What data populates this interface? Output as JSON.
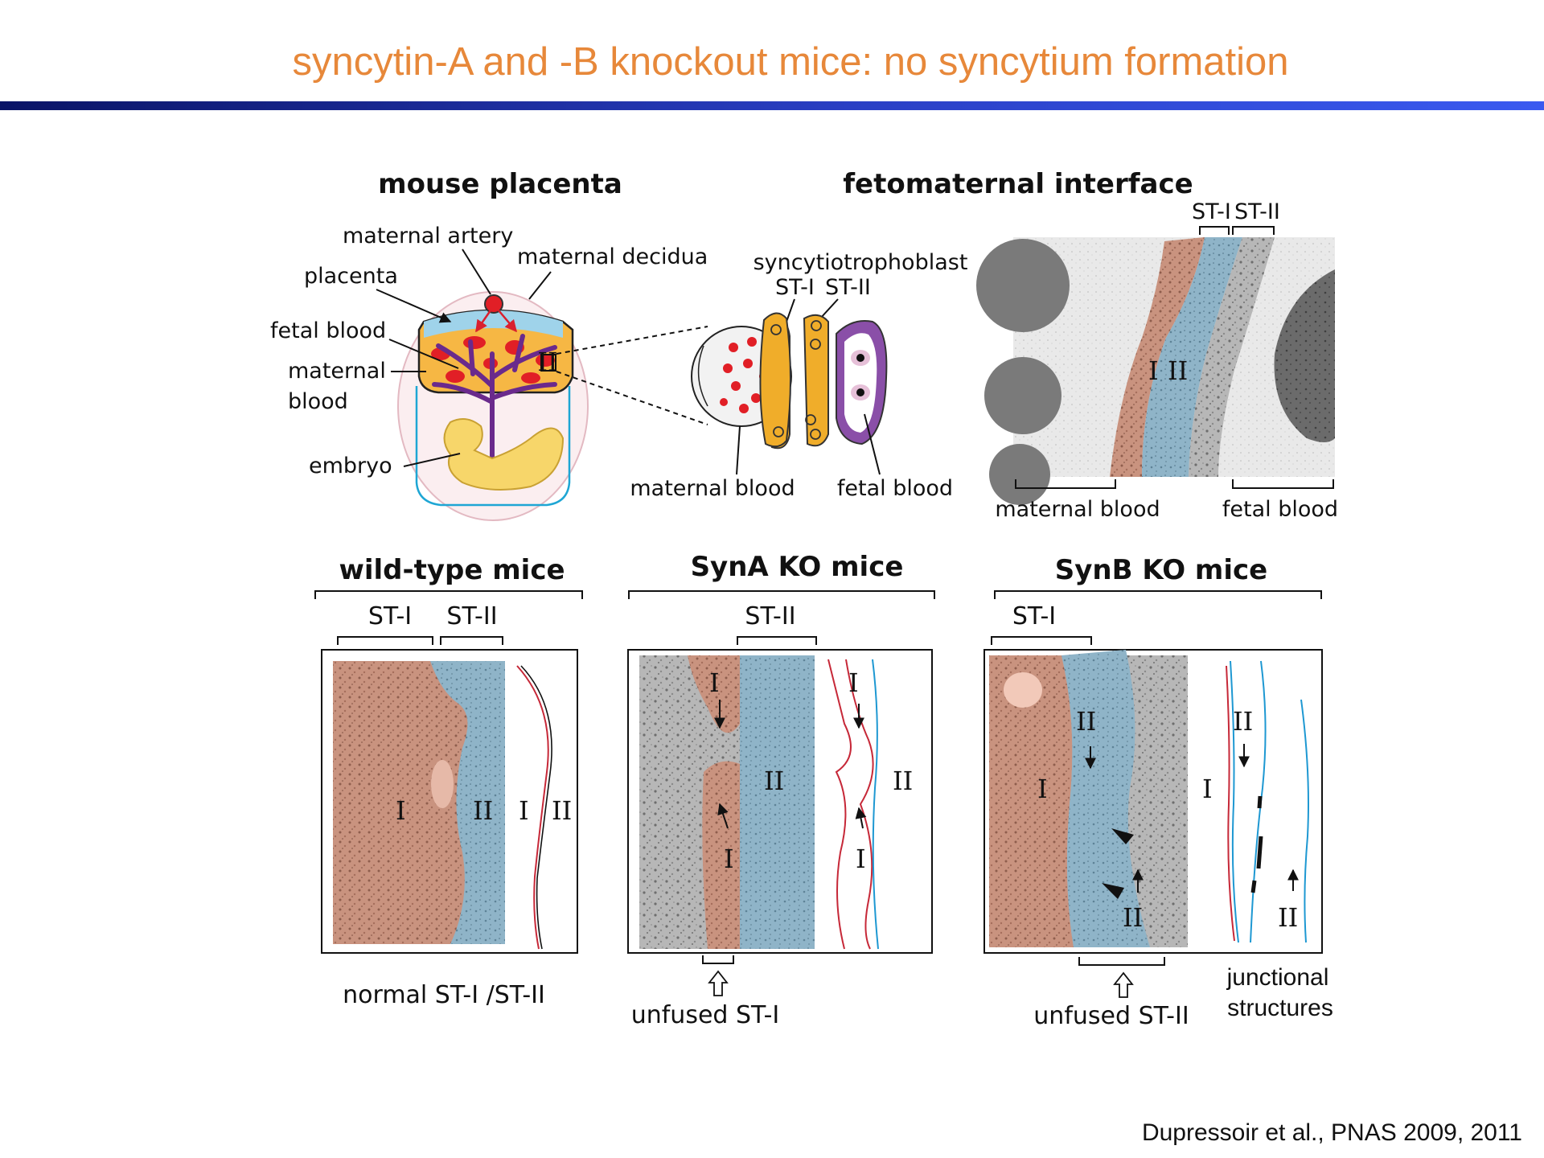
{
  "slide": {
    "title": "syncytin-A and -B knockout mice: no syncytium formation",
    "citation": "Dupressoir et al., PNAS 2009, 2011",
    "colors": {
      "title": "#e7883a",
      "rule": "#1a2a8c"
    }
  },
  "placenta": {
    "heading": "mouse placenta",
    "labels": {
      "maternal_artery": "maternal artery",
      "maternal_decidua": "maternal decidua",
      "placenta": "placenta",
      "fetal_blood": "fetal blood",
      "maternal_blood_1": "maternal",
      "maternal_blood_2": "blood",
      "embryo": "embryo",
      "zoom_marker": "II"
    }
  },
  "interface_diagram": {
    "labels": {
      "syncytiotrophoblast": "syncytiotrophoblast",
      "st1": "ST-I",
      "st2": "ST-II",
      "maternal_blood": "maternal blood",
      "fetal_blood": "fetal blood"
    }
  },
  "fetomaternal": {
    "heading": "fetomaternal interface",
    "st1": "ST-I",
    "st2": "ST-II",
    "roman1": "I",
    "roman2": "II",
    "maternal_blood": "maternal blood",
    "fetal_blood": "fetal blood"
  },
  "panels": [
    {
      "heading": "wild-type mice",
      "st_a": "ST-I",
      "st_b": "ST-II",
      "r1": "I",
      "r2": "II",
      "r3": "I",
      "r4": "II",
      "caption": "normal ST-I /ST-II"
    },
    {
      "heading": "SynA KO mice",
      "st_b": "ST-II",
      "r1": "I",
      "r2": "II",
      "r3": "I",
      "r4": "I",
      "r5": "II",
      "r6": "I",
      "caption": "unfused ST-I"
    },
    {
      "heading": "SynB KO mice",
      "st_a": "ST-I",
      "r1": "II",
      "r2": "I",
      "r3": "II",
      "r4": "I",
      "r5": "II",
      "r6": "II",
      "caption": "unfused ST-II",
      "note1": "junctional",
      "note2": "structures"
    }
  ]
}
